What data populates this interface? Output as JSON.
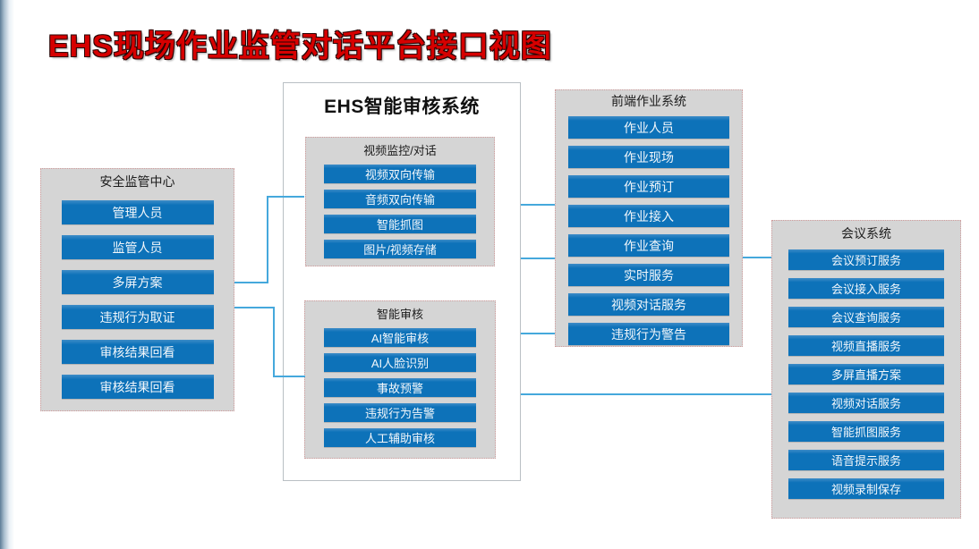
{
  "page": {
    "title": "EHS现场作业监管对话平台接口视图"
  },
  "colors": {
    "title_red": "#d60000",
    "button_blue": "#0d72b9",
    "button_text": "#f2f7fb",
    "panel_gray": "#d5d5d5",
    "panel_border_pink": "#d09c9c",
    "ehs_panel_border": "#b9bfc4",
    "connector_blue": "#45a8dc",
    "edge_bar_blue": "#5e7d97"
  },
  "safety_center": {
    "title": "安全监管中心",
    "items": [
      "管理人员",
      "监管人员",
      "多屏方案",
      "违规行为取证",
      "审核结果回看",
      "审核结果回看"
    ]
  },
  "ehs_system": {
    "title": "EHS智能审核系统",
    "video_dialog": {
      "title": "视频监控/对话",
      "items": [
        "视频双向传输",
        "音频双向传输",
        "智能抓图",
        "图片/视频存储"
      ]
    },
    "smart_audit": {
      "title": "智能审核",
      "items": [
        "AI智能审核",
        "AI人脸识别",
        "事故预警",
        "违规行为告警",
        "人工辅助审核"
      ]
    }
  },
  "frontend_system": {
    "title": "前端作业系统",
    "items": [
      "作业人员",
      "作业现场",
      "作业预订",
      "作业接入",
      "作业查询",
      "实时服务",
      "视频对话服务",
      "违规行为警告"
    ]
  },
  "meeting_system": {
    "title": "会议系统",
    "items": [
      "会议预订服务",
      "会议接入服务",
      "会议查询服务",
      "视频直播服务",
      "多屏直播方案",
      "视频对话服务",
      "智能抓图服务",
      "语音提示服务",
      "视频录制保存"
    ]
  }
}
